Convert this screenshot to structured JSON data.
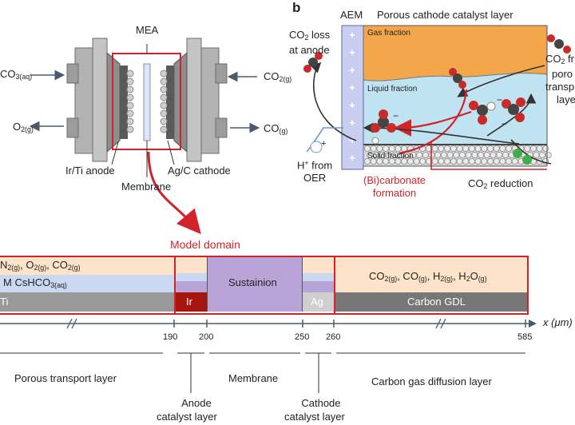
{
  "panel_a": {
    "mea_label": "MEA",
    "inlet_left": "CO",
    "inlet_left_sub": "3(aq)",
    "outlet_left": "O",
    "outlet_left_sub": "2(g)",
    "inlet_right": "CO",
    "inlet_right_sub": "2(g)",
    "outlet_right": "CO",
    "outlet_right_sub": "(g)",
    "anode_label": "Ir/Ti anode",
    "cathode_label": "Ag/C cathode",
    "membrane_label": "Membrane"
  },
  "panel_b": {
    "letter": "b",
    "aem_label": "AEM",
    "title": "Porous cathode catalyst layer",
    "gas_fraction": "Gas fraction",
    "liquid_fraction": "Liquid fraction",
    "solid_fraction": "Solid fraction",
    "co2_loss_1": "CO",
    "co2_loss_sub": "2",
    "co2_loss_2": " loss",
    "co2_loss_3": "at anode",
    "co2_from_1": "CO",
    "co2_from_sub": "2",
    "co2_from_2": " fr",
    "co2_from_3": "poro",
    "co2_from_4": "transp",
    "co2_from_5": "laye",
    "hplus_1": "H",
    "hplus_sup": "+",
    "hplus_2": " from",
    "hplus_3": "OER",
    "hplus_circle": "+",
    "bicarb_1": "(Bi)carbonate",
    "bicarb_2": "formation",
    "reduction_1": "CO",
    "reduction_sub": "2",
    "reduction_2": " reduction",
    "ion_minus": "−",
    "ion_plus": "+"
  },
  "model": {
    "title": "Model domain",
    "left_species": [
      "N",
      "2(g)",
      ", O",
      "2(g)",
      ", CO",
      "2(g)"
    ],
    "electrolyte": [
      "M CsHCO",
      "3(aq)"
    ],
    "ti_label": "Ti",
    "ir_label": "Ir",
    "membrane_name": "Sustainion",
    "ag_label": "Ag",
    "right_species": [
      "CO",
      "2(g)",
      ", CO",
      "(g)",
      ", H",
      "2(g)",
      ", H",
      "2",
      "O",
      "(g)"
    ],
    "gdl_label": "Carbon GDL"
  },
  "axis": {
    "label": "x (μm)",
    "ticks": [
      "190",
      "200",
      "250",
      "260",
      "585"
    ]
  },
  "layers": {
    "porous": "Porous transport layer",
    "anode_1": "Anode",
    "anode_2": "catalyst layer",
    "membrane": "Membrane",
    "cathode_1": "Cathode",
    "cathode_2": "catalyst layer",
    "gdl": "Carbon gas diffusion layer"
  },
  "colors": {
    "red": "#d2232a",
    "gas": "#f4a64a",
    "liquid": "#bfe3f1",
    "aem": "#c9cdf0",
    "peach": "#fde3c9",
    "lightblue": "#c9d9f2",
    "gray": "#999999",
    "purple": "#b9a4d8",
    "ir": "#a6160f"
  }
}
